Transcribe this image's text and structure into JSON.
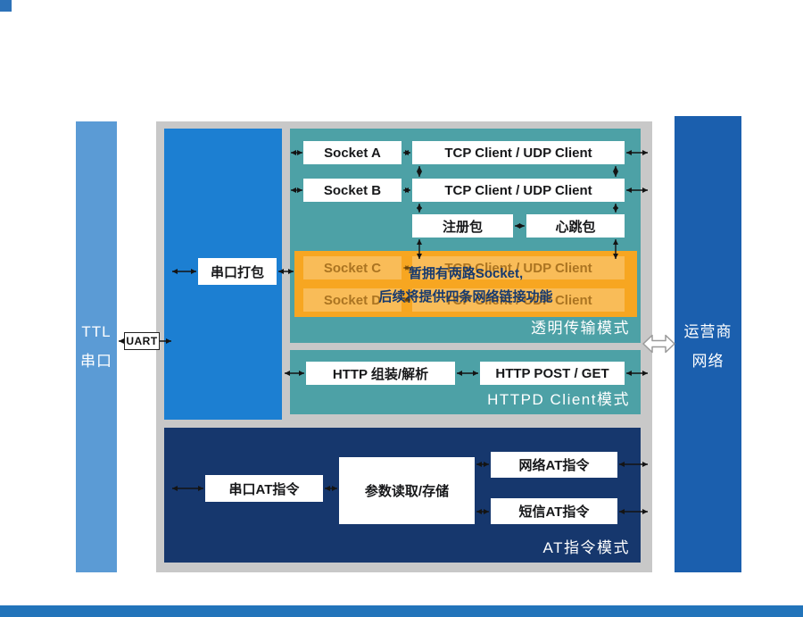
{
  "colors": {
    "page-bg": "#ffffff",
    "corner-blue": "#2d72b8",
    "bottom-blue": "#2274ba",
    "left-bar-blue": "#5b9bd5",
    "right-bar-blue": "#1b5fae",
    "container-gray": "#c8c8c8",
    "inner-blue": "#1c7fd2",
    "teal": "#4da1a6",
    "navy": "#16376d",
    "orange": "#f7a621"
  },
  "left_bar": {
    "line1": "TTL",
    "line2": "串口"
  },
  "right_bar": {
    "line1": "运营商",
    "line2": "网络"
  },
  "uart_label": "UART",
  "serial_pack_label": "串口打包",
  "transparent_mode": {
    "title": "透明传输模式",
    "socket_a": "Socket A",
    "socket_b": "Socket B",
    "tcp_row1": "TCP Client / UDP Client",
    "tcp_row2": "TCP Client / UDP Client",
    "register_packet": "注册包",
    "heartbeat_packet": "心跳包",
    "overlay": {
      "line1": "暂拥有两路Socket,",
      "line2": "后续将提供四条网络链接功能",
      "socket_c": "Socket C",
      "socket_d": "Socket D",
      "tcp_row3": "TCP Client / UDP Client",
      "tcp_row4": "TCP Client / UDP Client"
    }
  },
  "httpd_mode": {
    "title": "HTTPD Client模式",
    "http_assemble": "HTTP 组装/解析",
    "http_post_get": "HTTP POST / GET"
  },
  "at_mode": {
    "title": "AT指令模式",
    "serial_at": "串口AT指令",
    "param_rw": "参数读取/存储",
    "network_at": "网络AT指令",
    "sms_at": "短信AT指令"
  }
}
